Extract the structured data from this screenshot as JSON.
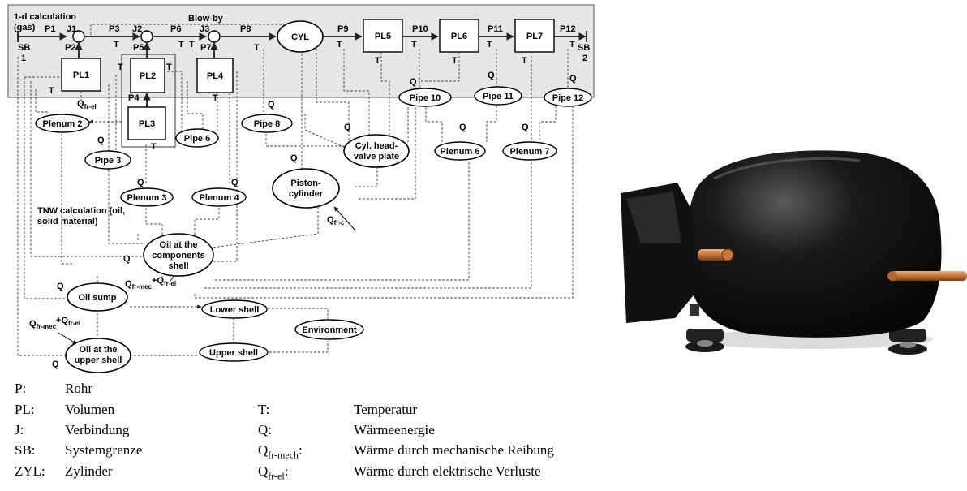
{
  "diagram": {
    "section_gas": "1-d calculation",
    "section_gas_sub": "(gas)",
    "section_tnw": "TNW calculation (oil,",
    "section_tnw_sub": "solid material)",
    "blowby": "Blow-by",
    "sb1": "SB",
    "sb1_num": "1",
    "sb2": "SB",
    "sb2_num": "2",
    "pipes": [
      "P1",
      "P2",
      "P3",
      "P5",
      "P6",
      "P7",
      "P8",
      "P9",
      "P10",
      "P11",
      "P12",
      "P4"
    ],
    "junctions": [
      "J1",
      "J2",
      "J3"
    ],
    "t_label": "T",
    "q_label": "Q",
    "q_fr_el_main": "Q",
    "q_fr_el_sub": "fr-el",
    "q_fr_c_sub": "fr-c",
    "q_fr_mec_sub": "fr-mec",
    "plus": "+Q",
    "boxes": [
      "PL1",
      "PL2",
      "PL3",
      "PL4",
      "CYL",
      "PL5",
      "PL6",
      "PL7"
    ],
    "ellipses": [
      "Plenum 2",
      "Pipe 6",
      "Pipe 8",
      "Pipe 10",
      "Pipe 11",
      "Pipe 12",
      "Pipe 3",
      "Plenum 6",
      "Plenum 7",
      "Plenum 3",
      "Plenum 4",
      "Oil sump",
      "Lower shell",
      "Environment",
      "Upper shell"
    ],
    "multi_ellipses": {
      "cyl_head_1": "Cyl. head-",
      "cyl_head_2": "valve plate",
      "piston_1": "Piston-",
      "piston_2": "cylinder",
      "oil_comp_1": "Oil at the",
      "oil_comp_2": "components",
      "oil_comp_3": "shell",
      "oil_upper_1": "Oil at the",
      "oil_upper_2": "upper shell"
    }
  },
  "legend": {
    "left": [
      {
        "key": "P:",
        "value": "Rohr"
      },
      {
        "key": "PL:",
        "value": "Volumen"
      },
      {
        "key": "J:",
        "value": "Verbindung"
      },
      {
        "key": "SB:",
        "value": "Systemgrenze"
      },
      {
        "key": "ZYL:",
        "value": "Zylinder"
      }
    ],
    "right": [
      {
        "key": "T:",
        "key_sub": "",
        "value": "Temperatur"
      },
      {
        "key": "Q:",
        "key_sub": "",
        "value": "Wärmeenergie"
      },
      {
        "key": "Q",
        "key_sub": "fr-mech",
        "key_tail": ":",
        "value": "Wärme durch mechanische Reibung"
      },
      {
        "key": "Q",
        "key_sub": "fr-el",
        "key_tail": ":",
        "value": "Wärme durch elektrische Verluste"
      }
    ]
  },
  "photo": {
    "name": "compressor-photo",
    "colors": {
      "body": "#0b0b0b",
      "highlight": "#5a5a5a",
      "copper": "#c8743a",
      "foot": "#222222"
    }
  }
}
